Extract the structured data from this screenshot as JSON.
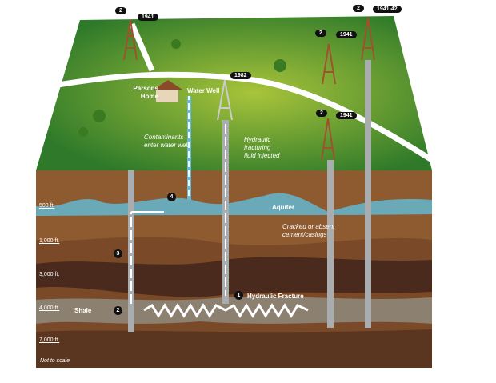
{
  "rigs": [
    {
      "badge_num": "2",
      "year": "1941"
    },
    {
      "badge_num": "2",
      "year": "1941-42"
    },
    {
      "badge_num": "2",
      "year": "1941"
    },
    {
      "badge_num": "2",
      "year": "1941"
    },
    {
      "year": "1982"
    }
  ],
  "labels": {
    "home": "Parsons Home",
    "water_well": "Water Well",
    "contaminants": "Contaminants enter water well",
    "fluid": "Hydraulic fracturing fluid injected",
    "aquifer": "Aquifer",
    "cracked": "Cracked or absent cement/casings",
    "fracture": "Hydraulic Fracture",
    "shale": "Shale",
    "not_to_scale": "Not to scale"
  },
  "steps": {
    "fracture": "1",
    "shale": "2",
    "migration": "3",
    "aquifer": "4"
  },
  "depths": [
    "500 ft.",
    "1,000 ft.",
    "3,000 ft.",
    "4,000 ft.",
    "7,000 ft."
  ],
  "colors": {
    "grass": "#3f8a2e",
    "soil": "#7a4a28",
    "aquifer": "#6aa9b8",
    "shale": "#8c8070",
    "pipe": "#a9adb0"
  }
}
